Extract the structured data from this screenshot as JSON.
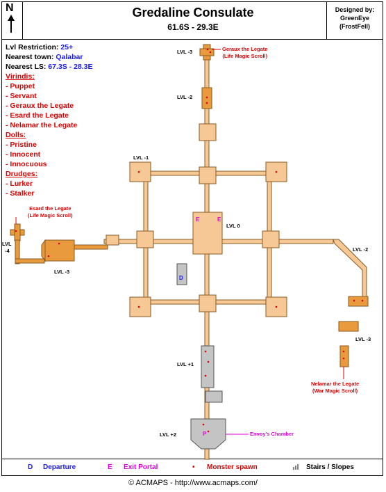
{
  "header": {
    "north": "N",
    "title": "Gredaline Consulate",
    "coords": "61.6S - 29.3E",
    "designed_by_line1": "Designed by:",
    "designed_by_line2": "GreenEye",
    "designed_by_line3": "(FrostFell)"
  },
  "info": {
    "lvl_label": "Lvl Restriction:",
    "lvl_value": "25+",
    "town_label": "Nearest town:",
    "town_value": "Qalabar",
    "ls_label": "Nearest LS:",
    "ls_value": "67.3S - 28.3E"
  },
  "monsters": {
    "virindis_heading": "Virindis:",
    "virindis": [
      "- Puppet",
      "- Servant",
      "- Geraux the Legate",
      "- Esard the Legate",
      "- Nelamar the Legate"
    ],
    "dolls_heading": "Dolls:",
    "dolls": [
      "- Pristine",
      "- Innocent",
      "- Innocuous"
    ],
    "drudges_heading": "Drudges:",
    "drudges": [
      "- Lurker",
      "- Stalker"
    ]
  },
  "map": {
    "levels": {
      "lvl_m3_top": "LVL -3",
      "lvl_m2_top": "LVL -2",
      "lvl_m1": "LVL -1",
      "lvl_0": "LVL 0",
      "lvl_m4_left_a": "LVL",
      "lvl_m4_left_b": "-4",
      "lvl_m3_left": "LVL -3",
      "lvl_m2_right": "LVL -2",
      "lvl_m3_right": "LVL -3",
      "lvl_p1": "LVL +1",
      "lvl_p2": "LVL +2"
    },
    "annotations": {
      "geraux_1": "Geraux the Legate",
      "geraux_2": "(Life Magic Scroll)",
      "esard_1": "Esard the Legate",
      "esard_2": "(Life Magic Scroll)",
      "nelamar_1": "Nelamar the Legate",
      "nelamar_2": "(War Magic Scroll)",
      "envoy": "Envoy's Chamber"
    },
    "markers": {
      "exit_left": "E",
      "exit_right": "E",
      "departure": "D",
      "portal": "P"
    }
  },
  "legend": {
    "departure_symbol": "D",
    "departure_label": "Departure",
    "exit_symbol": "E",
    "exit_label": "Exit Portal",
    "spawn_symbol": "•",
    "spawn_label": "Monster spawn",
    "stairs_label": "Stairs / Slopes"
  },
  "footer": {
    "copyright": "© ACMAPS - http://www.acmaps.com/"
  },
  "colors": {
    "light_room": "#f5c896",
    "dark_room": "#e89a3c",
    "grey_room": "#c4c4c4",
    "spawn": "#e00000",
    "exit": "#e000e0",
    "departure": "#1a1aff"
  }
}
